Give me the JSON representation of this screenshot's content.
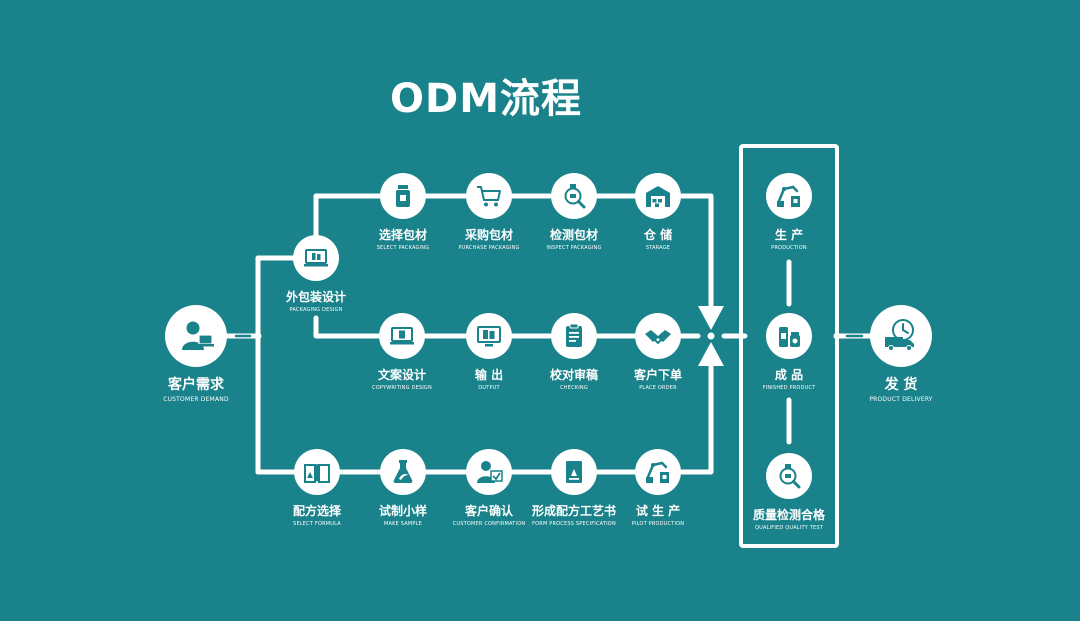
{
  "title": "ODM流程",
  "colors": {
    "background": "#19828a",
    "line": "#ffffff",
    "icon": "#19828a"
  },
  "nodes": {
    "customer_demand": {
      "zh": "客户需求",
      "en": "CUSTOMER DEMAND",
      "icon": "person-laptop-icon"
    },
    "packaging_design": {
      "zh": "外包装设计",
      "en": "PACKAGING DESIGN",
      "icon": "laptop-bottles-icon"
    },
    "select_packaging": {
      "zh": "选择包材",
      "en": "SELECT PACKAGING",
      "icon": "bottle-icon"
    },
    "purchase_packaging": {
      "zh": "采购包材",
      "en": "PURCHASE PACKAGING",
      "icon": "cart-icon"
    },
    "inspect_packaging": {
      "zh": "检测包材",
      "en": "INSPECT PACKAGING",
      "icon": "magnifier-bottle-icon"
    },
    "storage": {
      "zh": "仓  储",
      "en": "STARAGE",
      "icon": "warehouse-icon"
    },
    "copywriting_design": {
      "zh": "文案设计",
      "en": "COPYWRITING DESIGN",
      "icon": "laptop-doc-icon"
    },
    "output": {
      "zh": "输  出",
      "en": "OUTPUT",
      "icon": "monitor-icon"
    },
    "checking": {
      "zh": "校对审稿",
      "en": "CHECKING",
      "icon": "clipboard-icon"
    },
    "place_order": {
      "zh": "客户下单",
      "en": "PLACE ORDER",
      "icon": "handshake-icon"
    },
    "select_formula": {
      "zh": "配方选择",
      "en": "SELECT FORMULA",
      "icon": "flask-book-icon"
    },
    "make_sample": {
      "zh": "试制小样",
      "en": "MAKE SAMPLE",
      "icon": "flask-leaf-icon"
    },
    "customer_confirmation": {
      "zh": "客户确认",
      "en": "CUSTOMER CONFIRMATION",
      "icon": "person-check-icon"
    },
    "form_process": {
      "zh": "形成配方工艺书",
      "en": "FORM PROCESS SPECIFICATION",
      "icon": "book-icon"
    },
    "pilot_production": {
      "zh": "试 生 产",
      "en": "PILOT PRODUCTION",
      "icon": "robot-arm-icon"
    },
    "production": {
      "zh": "生  产",
      "en": "PRODUCTION",
      "icon": "robot-arm-icon"
    },
    "finished_product": {
      "zh": "成  品",
      "en": "FINISHED PRODUCT",
      "icon": "products-icon"
    },
    "quality_test": {
      "zh": "质量检测合格",
      "en": "QUALIFIED QUALITY TEST",
      "icon": "magnifier-bottle-icon"
    },
    "product_delivery": {
      "zh": "发  货",
      "en": "PRODUCT DELIVERY",
      "icon": "truck-clock-icon"
    }
  }
}
